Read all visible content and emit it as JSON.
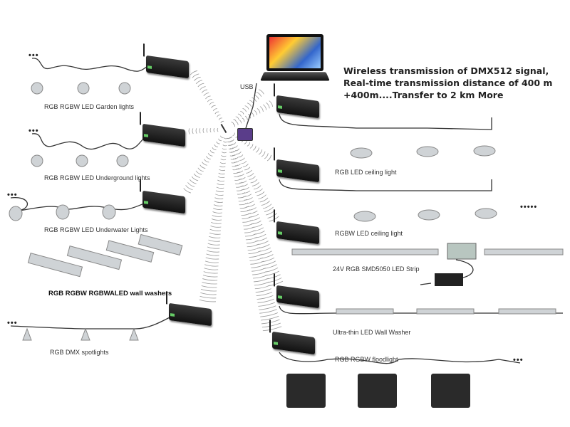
{
  "headline": {
    "line1": "Wireless transmission of DMX512 signal,",
    "line2": "Real-time transmission distance of 400 m",
    "line3": "+400m....Transfer to 2 km More"
  },
  "usb_label": "USB",
  "left_groups": [
    {
      "label": "RGB RGBW LED Garden lights"
    },
    {
      "label": "RGB RGBW LED Underground lights"
    },
    {
      "label": "RGB RGBW LED Underwater Lights"
    },
    {
      "label": "RGB RGBW RGBWALED  wall washers"
    },
    {
      "label": "RGB DMX spotlights"
    }
  ],
  "right_groups": [
    {
      "label": "RGB LED ceiling light"
    },
    {
      "label": "RGBW LED ceiling light"
    },
    {
      "label": "24V RGB SMD5050  LED Strip"
    },
    {
      "label": "Ultra-thin LED Wall Washer"
    },
    {
      "label": "RGB RGBW floodlight"
    }
  ],
  "ellipsis": "•••",
  "ellipsis_long": "•••••",
  "colors": {
    "decoder": "#1a1a1a",
    "transmitter": "#5a3d8a",
    "cable": "#333333",
    "wave": "#9a9a9a"
  }
}
